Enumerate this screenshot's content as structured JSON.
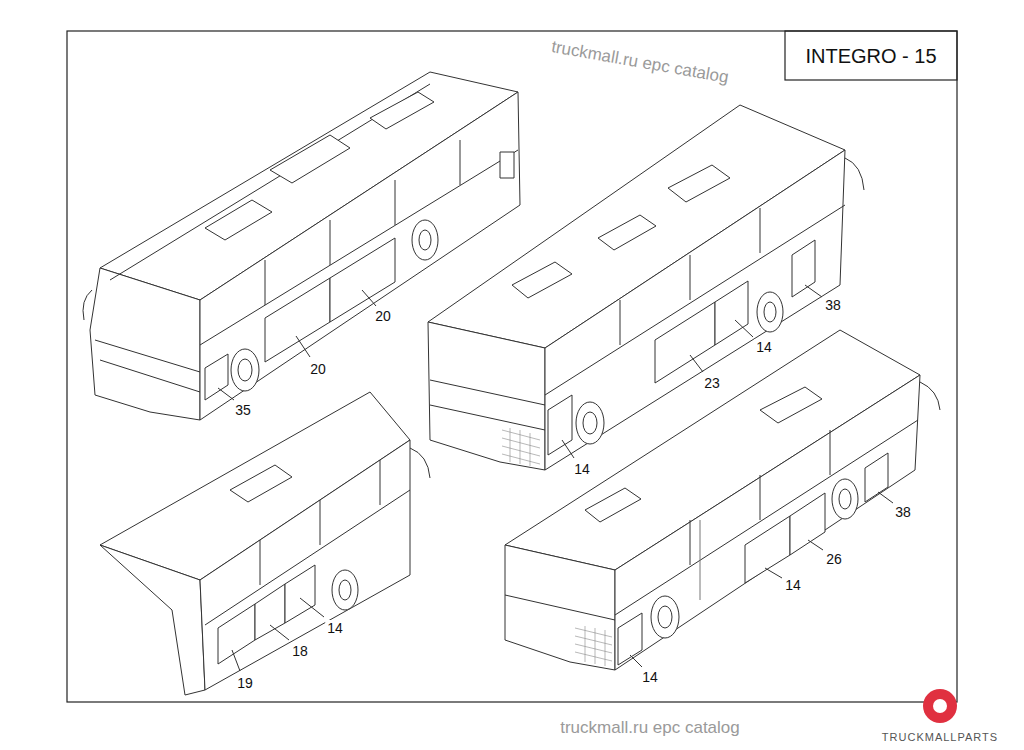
{
  "diagram": {
    "title": "INTEGRO - 15",
    "labels": [
      "truckmall.ru epc catalog",
      "38",
      "20",
      "14",
      "20",
      "23",
      "35",
      "14",
      "38",
      "14",
      "26",
      "14",
      "18",
      "19",
      "14",
      "truckmall.ru epc catalog",
      "TRUCKMALLPARTS"
    ]
  }
}
